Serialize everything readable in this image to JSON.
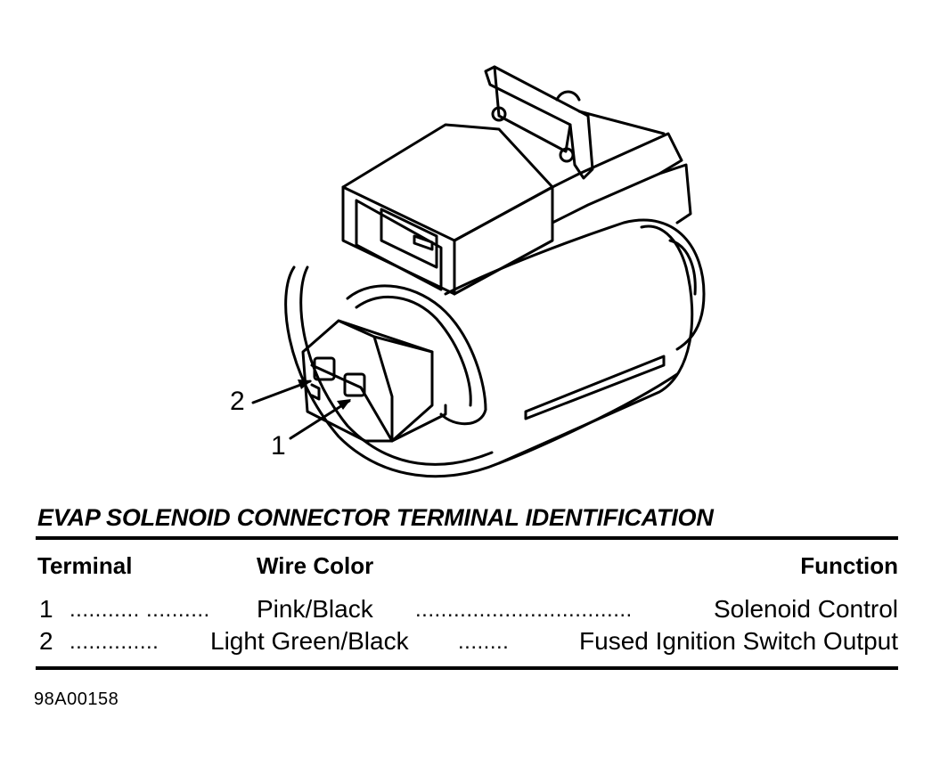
{
  "diagram": {
    "callouts": [
      "2",
      "1"
    ]
  },
  "table": {
    "title": "EVAP SOLENOID CONNECTOR TERMINAL IDENTIFICATION",
    "headers": {
      "terminal": "Terminal",
      "wire_color": "Wire Color",
      "function": "Function"
    },
    "rows": [
      {
        "terminal": "1",
        "leader_a": "........... ..........",
        "wire_color": "Pink/Black",
        "leader_b": "..................................",
        "function": "Solenoid Control"
      },
      {
        "terminal": "2",
        "leader_a": "..............",
        "wire_color": "Light Green/Black",
        "leader_b": "........",
        "function": "Fused Ignition Switch Output"
      }
    ]
  },
  "figure_id": "98A00158"
}
